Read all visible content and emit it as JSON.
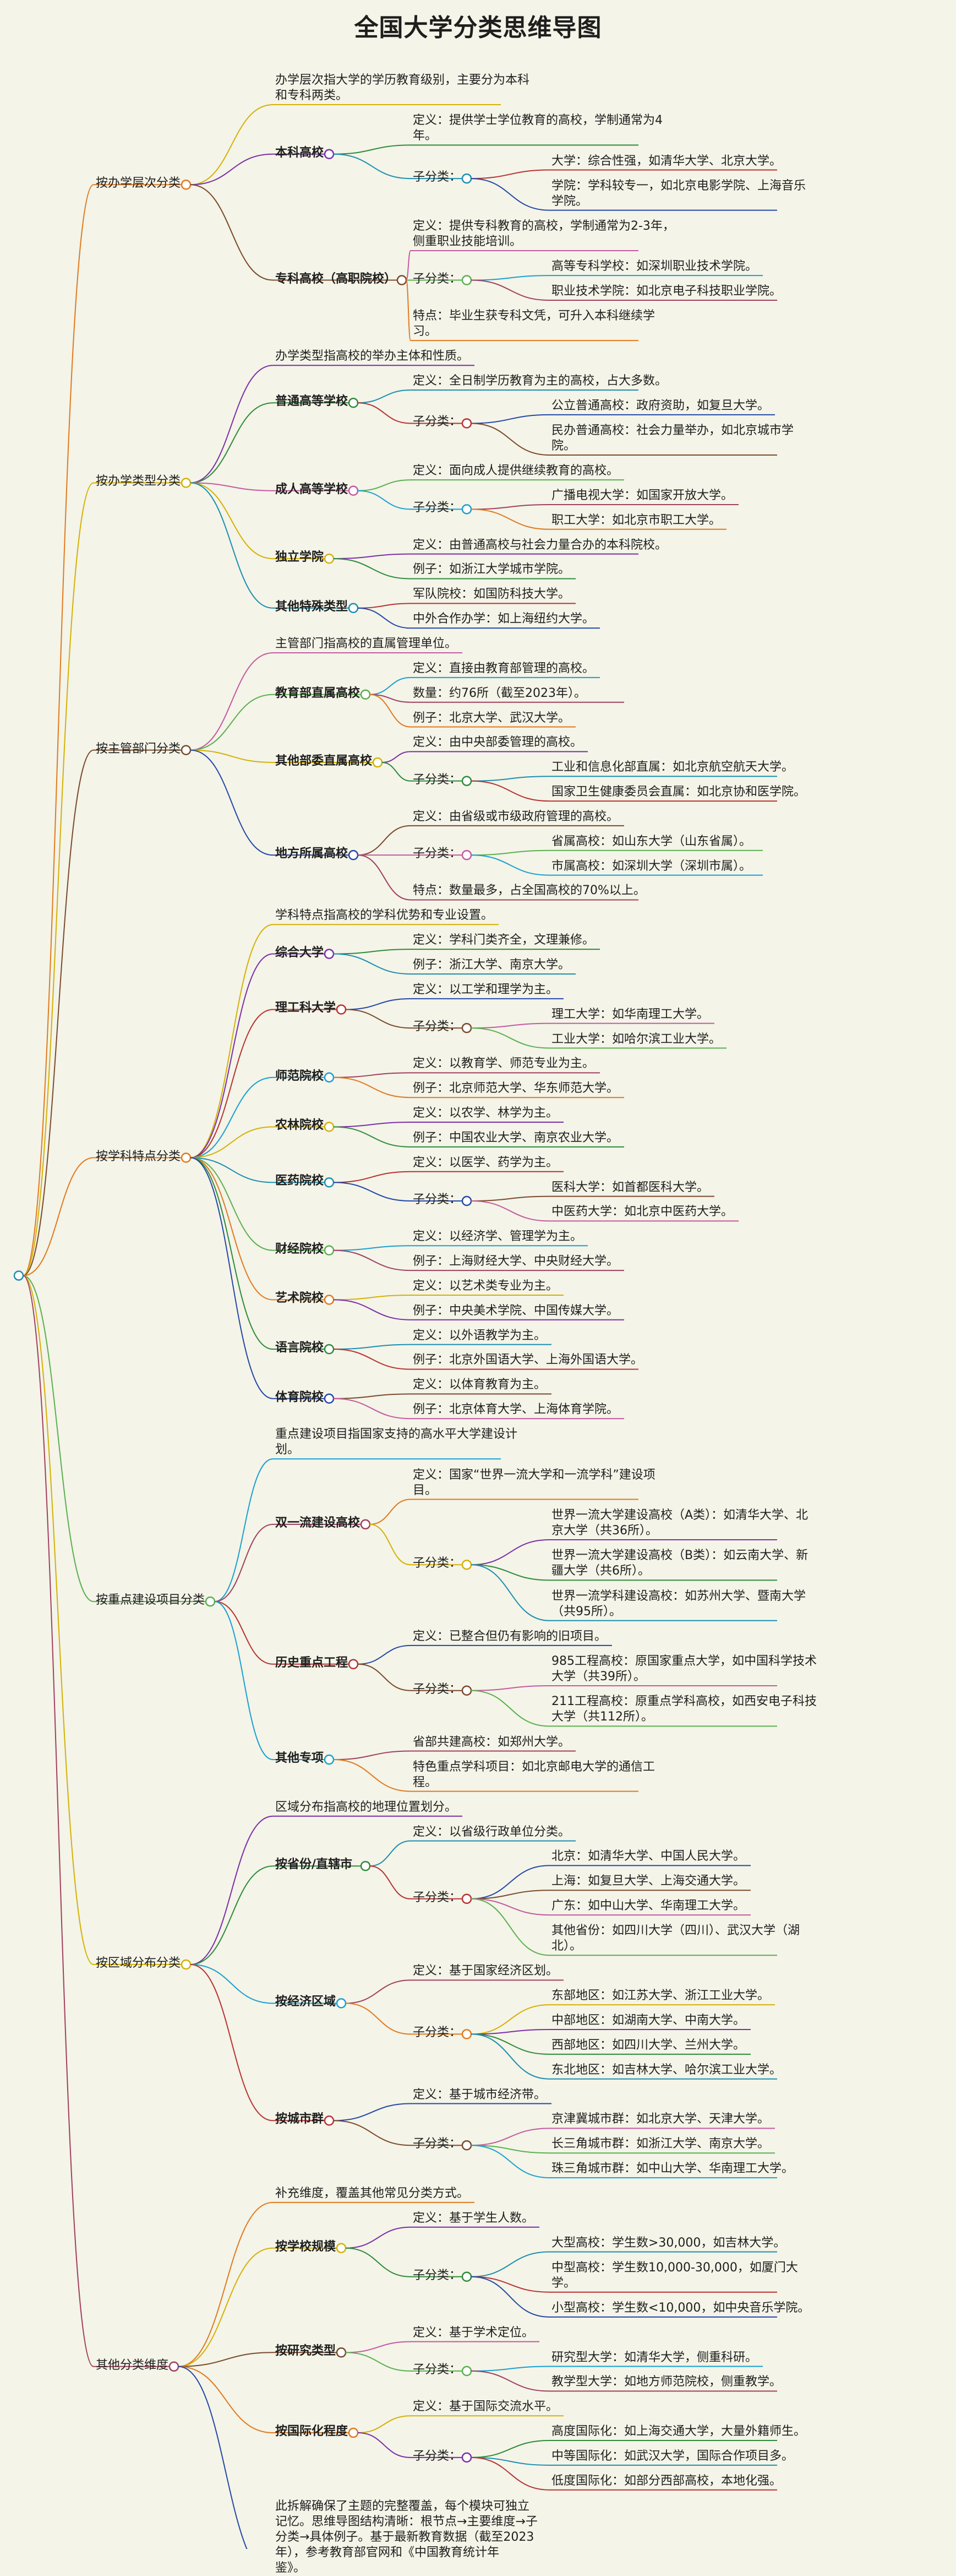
{
  "title": "全国大学分类思维导图",
  "palette": [
    "#e07a1f",
    "#d4b106",
    "#7b2fa8",
    "#2e8b3a",
    "#1c8fb0",
    "#b83232",
    "#2448a8",
    "#7a4a2c",
    "#c45aa0",
    "#5ab050",
    "#1aa0d0",
    "#a04060"
  ],
  "root": {
    "text": "",
    "children": [
      {
        "text": "按办学层次分类",
        "children": [
          {
            "text": "办学层次指大学的学历教育级别，主要分为本科\n和专科两类。"
          },
          {
            "text": "本科高校",
            "bold": true,
            "children": [
              {
                "text": "定义：提供学士学位教育的高校，学制通常为4\n年。"
              },
              {
                "text": "子分类：",
                "children": [
                  {
                    "text": "大学：综合性强，如清华大学、北京大学。"
                  },
                  {
                    "text": "学院：学科较专一，如北京电影学院、上海音乐\n学院。"
                  }
                ]
              }
            ]
          },
          {
            "text": "专科高校（高职院校）",
            "bold": true,
            "children": [
              {
                "text": "定义：提供专科教育的高校，学制通常为2-3年，\n侧重职业技能培训。"
              },
              {
                "text": "子分类：",
                "children": [
                  {
                    "text": "高等专科学校：如深圳职业技术学院。"
                  },
                  {
                    "text": "职业技术学院：如北京电子科技职业学院。"
                  }
                ]
              },
              {
                "text": "特点：毕业生获专科文凭，可升入本科继续学\n习。"
              }
            ]
          }
        ]
      },
      {
        "text": "按办学类型分类",
        "children": [
          {
            "text": "办学类型指高校的举办主体和性质。"
          },
          {
            "text": "普通高等学校",
            "bold": true,
            "children": [
              {
                "text": "定义：全日制学历教育为主的高校，占大多数。"
              },
              {
                "text": "子分类：",
                "children": [
                  {
                    "text": "公立普通高校：政府资助，如复旦大学。"
                  },
                  {
                    "text": "民办普通高校：社会力量举办，如北京城市学\n院。"
                  }
                ]
              }
            ]
          },
          {
            "text": "成人高等学校",
            "bold": true,
            "children": [
              {
                "text": "定义：面向成人提供继续教育的高校。"
              },
              {
                "text": "子分类：",
                "children": [
                  {
                    "text": "广播电视大学：如国家开放大学。"
                  },
                  {
                    "text": "职工大学：如北京市职工大学。"
                  }
                ]
              }
            ]
          },
          {
            "text": "独立学院",
            "bold": true,
            "children": [
              {
                "text": "定义：由普通高校与社会力量合办的本科院校。"
              },
              {
                "text": "例子：如浙江大学城市学院。"
              }
            ]
          },
          {
            "text": "其他特殊类型",
            "bold": true,
            "children": [
              {
                "text": "军队院校：如国防科技大学。"
              },
              {
                "text": "中外合作办学：如上海纽约大学。"
              }
            ]
          }
        ]
      },
      {
        "text": "按主管部门分类",
        "children": [
          {
            "text": "主管部门指高校的直属管理单位。"
          },
          {
            "text": "教育部直属高校",
            "bold": true,
            "children": [
              {
                "text": "定义：直接由教育部管理的高校。"
              },
              {
                "text": "数量：约76所（截至2023年）。"
              },
              {
                "text": "例子：北京大学、武汉大学。"
              }
            ]
          },
          {
            "text": "其他部委直属高校",
            "bold": true,
            "children": [
              {
                "text": "定义：由中央部委管理的高校。"
              },
              {
                "text": "子分类：",
                "children": [
                  {
                    "text": "工业和信息化部直属：如北京航空航天大学。"
                  },
                  {
                    "text": "国家卫生健康委员会直属：如北京协和医学院。"
                  }
                ]
              }
            ]
          },
          {
            "text": "地方所属高校",
            "bold": true,
            "children": [
              {
                "text": "定义：由省级或市级政府管理的高校。"
              },
              {
                "text": "子分类：",
                "children": [
                  {
                    "text": "省属高校：如山东大学（山东省属）。"
                  },
                  {
                    "text": "市属高校：如深圳大学（深圳市属）。"
                  }
                ]
              },
              {
                "text": "特点：数量最多，占全国高校的70%以上。"
              }
            ]
          }
        ]
      },
      {
        "text": "按学科特点分类",
        "children": [
          {
            "text": "学科特点指高校的学科优势和专业设置。"
          },
          {
            "text": "综合大学",
            "bold": true,
            "children": [
              {
                "text": "定义：学科门类齐全，文理兼修。"
              },
              {
                "text": "例子：浙江大学、南京大学。"
              }
            ]
          },
          {
            "text": "理工科大学",
            "bold": true,
            "children": [
              {
                "text": "定义：以工学和理学为主。"
              },
              {
                "text": "子分类：",
                "children": [
                  {
                    "text": "理工大学：如华南理工大学。"
                  },
                  {
                    "text": "工业大学：如哈尔滨工业大学。"
                  }
                ]
              }
            ]
          },
          {
            "text": "师范院校",
            "bold": true,
            "children": [
              {
                "text": "定义：以教育学、师范专业为主。"
              },
              {
                "text": "例子：北京师范大学、华东师范大学。"
              }
            ]
          },
          {
            "text": "农林院校",
            "bold": true,
            "children": [
              {
                "text": "定义：以农学、林学为主。"
              },
              {
                "text": "例子：中国农业大学、南京农业大学。"
              }
            ]
          },
          {
            "text": "医药院校",
            "bold": true,
            "children": [
              {
                "text": "定义：以医学、药学为主。"
              },
              {
                "text": "子分类：",
                "children": [
                  {
                    "text": "医科大学：如首都医科大学。"
                  },
                  {
                    "text": "中医药大学：如北京中医药大学。"
                  }
                ]
              }
            ]
          },
          {
            "text": "财经院校",
            "bold": true,
            "children": [
              {
                "text": "定义：以经济学、管理学为主。"
              },
              {
                "text": "例子：上海财经大学、中央财经大学。"
              }
            ]
          },
          {
            "text": "艺术院校",
            "bold": true,
            "children": [
              {
                "text": "定义：以艺术类专业为主。"
              },
              {
                "text": "例子：中央美术学院、中国传媒大学。"
              }
            ]
          },
          {
            "text": "语言院校",
            "bold": true,
            "children": [
              {
                "text": "定义：以外语教学为主。"
              },
              {
                "text": "例子：北京外国语大学、上海外国语大学。"
              }
            ]
          },
          {
            "text": "体育院校",
            "bold": true,
            "children": [
              {
                "text": "定义：以体育教育为主。"
              },
              {
                "text": "例子：北京体育大学、上海体育学院。"
              }
            ]
          }
        ]
      },
      {
        "text": "按重点建设项目分类",
        "children": [
          {
            "text": "重点建设项目指国家支持的高水平大学建设计\n划。"
          },
          {
            "text": "双一流建设高校",
            "bold": true,
            "children": [
              {
                "text": "定义：国家“世界一流大学和一流学科”建设项\n目。"
              },
              {
                "text": "子分类：",
                "children": [
                  {
                    "text": "世界一流大学建设高校（A类）：如清华大学、北\n京大学（共36所）。"
                  },
                  {
                    "text": "世界一流大学建设高校（B类）：如云南大学、新\n疆大学（共6所）。"
                  },
                  {
                    "text": "世界一流学科建设高校：如苏州大学、暨南大学\n（共95所）。"
                  }
                ]
              }
            ]
          },
          {
            "text": "历史重点工程",
            "bold": true,
            "children": [
              {
                "text": "定义：已整合但仍有影响的旧项目。"
              },
              {
                "text": "子分类：",
                "children": [
                  {
                    "text": "985工程高校：原国家重点大学，如中国科学技术\n大学（共39所）。"
                  },
                  {
                    "text": "211工程高校：原重点学科高校，如西安电子科技\n大学（共112所）。"
                  }
                ]
              }
            ]
          },
          {
            "text": "其他专项",
            "bold": true,
            "children": [
              {
                "text": "省部共建高校：如郑州大学。"
              },
              {
                "text": "特色重点学科项目：如北京邮电大学的通信工\n程。"
              }
            ]
          }
        ]
      },
      {
        "text": "按区域分布分类",
        "children": [
          {
            "text": "区域分布指高校的地理位置划分。"
          },
          {
            "text": "按省份/直辖市",
            "bold": true,
            "children": [
              {
                "text": "定义：以省级行政单位分类。"
              },
              {
                "text": "子分类：",
                "children": [
                  {
                    "text": "北京：如清华大学、中国人民大学。"
                  },
                  {
                    "text": "上海：如复旦大学、上海交通大学。"
                  },
                  {
                    "text": "广东：如中山大学、华南理工大学。"
                  },
                  {
                    "text": "其他省份：如四川大学（四川）、武汉大学（湖\n北）。"
                  }
                ]
              }
            ]
          },
          {
            "text": "按经济区域",
            "bold": true,
            "children": [
              {
                "text": "定义：基于国家经济区划。"
              },
              {
                "text": "子分类：",
                "children": [
                  {
                    "text": "东部地区：如江苏大学、浙江工业大学。"
                  },
                  {
                    "text": "中部地区：如湖南大学、中南大学。"
                  },
                  {
                    "text": "西部地区：如四川大学、兰州大学。"
                  },
                  {
                    "text": "东北地区：如吉林大学、哈尔滨工业大学。"
                  }
                ]
              }
            ]
          },
          {
            "text": "按城市群",
            "bold": true,
            "children": [
              {
                "text": "定义：基于城市经济带。"
              },
              {
                "text": "子分类：",
                "children": [
                  {
                    "text": "京津冀城市群：如北京大学、天津大学。"
                  },
                  {
                    "text": "长三角城市群：如浙江大学、南京大学。"
                  },
                  {
                    "text": "珠三角城市群：如中山大学、华南理工大学。"
                  }
                ]
              }
            ]
          }
        ]
      },
      {
        "text": "其他分类维度",
        "children": [
          {
            "text": "补充维度，覆盖其他常见分类方式。"
          },
          {
            "text": "按学校规模",
            "bold": true,
            "children": [
              {
                "text": "定义：基于学生人数。"
              },
              {
                "text": "子分类：",
                "children": [
                  {
                    "text": "大型高校：学生数>30,000，如吉林大学。"
                  },
                  {
                    "text": "中型高校：学生数10,000-30,000，如厦门大\n学。"
                  },
                  {
                    "text": "小型高校：学生数<10,000，如中央音乐学院。"
                  }
                ]
              }
            ]
          },
          {
            "text": "按研究类型",
            "bold": true,
            "children": [
              {
                "text": "定义：基于学术定位。"
              },
              {
                "text": "子分类：",
                "children": [
                  {
                    "text": "研究型大学：如清华大学，侧重科研。"
                  },
                  {
                    "text": "教学型大学：如地方师范院校，侧重教学。"
                  }
                ]
              }
            ]
          },
          {
            "text": "按国际化程度",
            "bold": true,
            "children": [
              {
                "text": "定义：基于国际交流水平。"
              },
              {
                "text": "子分类：",
                "children": [
                  {
                    "text": "高度国际化：如上海交通大学，大量外籍师生。"
                  },
                  {
                    "text": "中等国际化：如武汉大学，国际合作项目多。"
                  },
                  {
                    "text": "低度国际化：如部分西部高校，本地化强。"
                  }
                ]
              }
            ]
          },
          {
            "text": "此拆解确保了主题的完整覆盖，每个模块可独立\n记忆。思维导图结构清晰：根节点→主要维度→子\n分类→具体例子。基于最新教育数据（截至2023\n年），参考教育部官网和《中国教育统计年\n鉴》。"
          }
        ]
      }
    ]
  }
}
